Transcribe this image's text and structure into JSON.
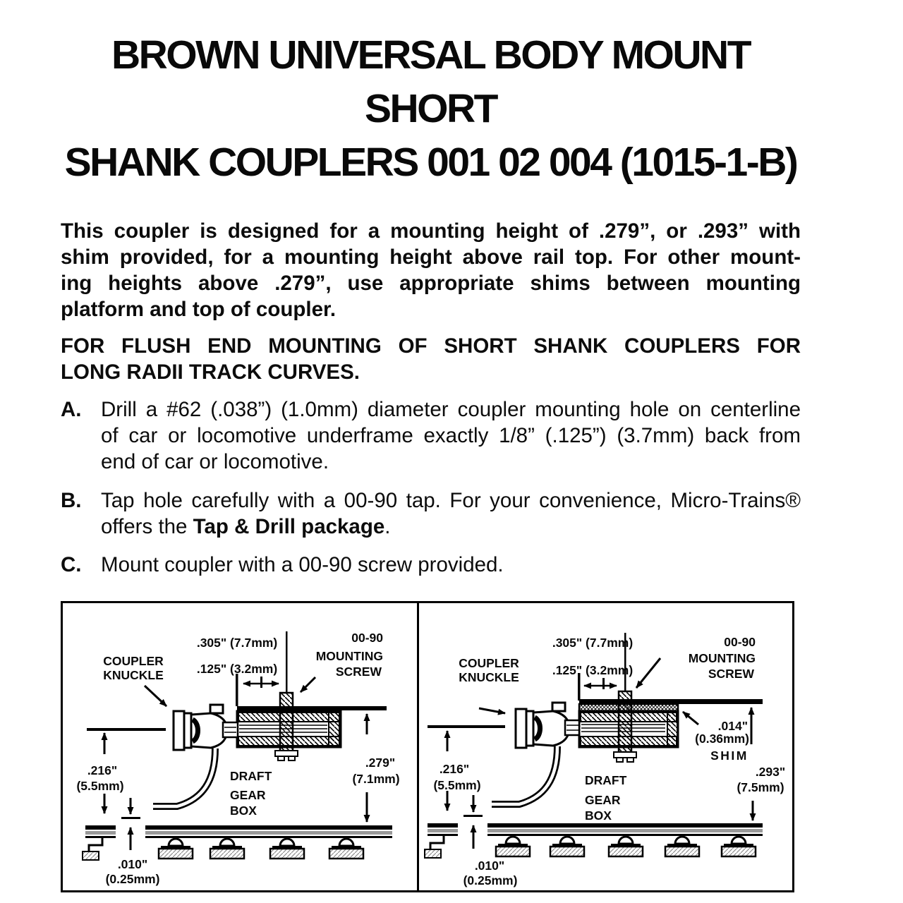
{
  "title": {
    "line1": "BROWN UNIVERSAL BODY MOUNT SHORT",
    "line2": "SHANK COUPLERS 001 02 004 (1015-1-B)"
  },
  "intro": {
    "lines": [
      "This coupler is designed for a mounting height of .279”, or .293” with",
      "shim provided, for a mounting height above rail top. For other mount-",
      "ing heights above .279”, use appropriate shims between mounting",
      "platform and top of coupler."
    ]
  },
  "section": {
    "lines": [
      "FOR FLUSH END MOUNTING OF SHORT SHANK COUPLERS FOR",
      "LONG RADII TRACK CURVES."
    ]
  },
  "steps": [
    {
      "label": "A.",
      "lines": [
        "Drill a #62 (.038”) (1.0mm) diameter coupler mounting hole on centerline",
        "of car or locomotive underframe exactly 1/8” (.125”) (3.7mm) back from",
        "end of car or locomotive."
      ]
    },
    {
      "label": "B.",
      "lines": [
        "Tap hole carefully with a 00-90 tap. For your convenience, Micro-Trains®"
      ],
      "line2_pre": "offers the ",
      "line2_bold": "Tap & Drill package",
      "line2_post": "."
    },
    {
      "label": "C.",
      "lines": [
        "Mount coupler with a 00-90 screw provided."
      ]
    }
  ],
  "diagram": {
    "left": {
      "knuckle1": "COUPLER",
      "knuckle2": "KNUCKLE",
      "dim_overall": ".305\" (7.7mm)",
      "dim_offset": ".125\" (3.2mm)",
      "screw1": "00-90",
      "screw2": "MOUNTING",
      "screw3": "SCREW",
      "height1a": ".216\"",
      "height1b": "(5.5mm)",
      "box1": "DRAFT",
      "box2": "GEAR",
      "box3": "BOX",
      "height2a": ".279\"",
      "height2b": "(7.1mm)",
      "gap1": ".010\"",
      "gap2": "(0.25mm)"
    },
    "right": {
      "knuckle1": "COUPLER",
      "knuckle2": "KNUCKLE",
      "dim_overall": ".305\" (7.7mm)",
      "dim_offset": ".125\" (3.2mm)",
      "screw1": "00-90",
      "screw2": "MOUNTING",
      "screw3": "SCREW",
      "height1a": ".216\"",
      "height1b": "(5.5mm)",
      "box1": "DRAFT",
      "box2": "GEAR",
      "box3": "BOX",
      "shim1": ".014\"",
      "shim2": "(0.36mm)",
      "shim3": "SHIM",
      "height2a": ".293\"",
      "height2b": "(7.5mm)",
      "gap1": ".010\"",
      "gap2": "(0.25mm)"
    }
  }
}
